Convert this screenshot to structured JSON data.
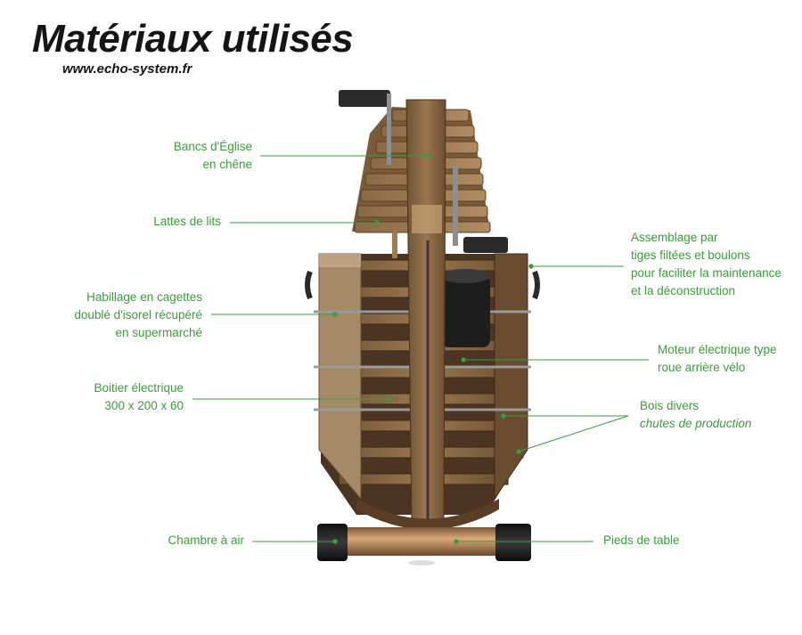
{
  "title": "Matériaux utilisés",
  "url": "www.echo-system.fr",
  "accent_color": "#3a9d3a",
  "labels": {
    "bancs": [
      "Bancs d'Église",
      "en chêne"
    ],
    "lattes": [
      "Lattes de lits"
    ],
    "habillage": [
      "Habillage en cagettes",
      "doublé d'isorel récupéré",
      "en supermarché"
    ],
    "boitier": [
      "Boitier électrique",
      "300 x 200 x 60"
    ],
    "chambre": [
      "Chambre à air"
    ],
    "assemblage": [
      "Assemblage par",
      "tiges filtées et boulons",
      "pour faciliter la maintenance",
      "et la déconstruction"
    ],
    "moteur": [
      "Moteur électrique type",
      "roue arrière vélo"
    ],
    "bois": [
      "Bois divers",
      "chutes de production"
    ],
    "pieds": [
      "Pieds de table"
    ]
  }
}
